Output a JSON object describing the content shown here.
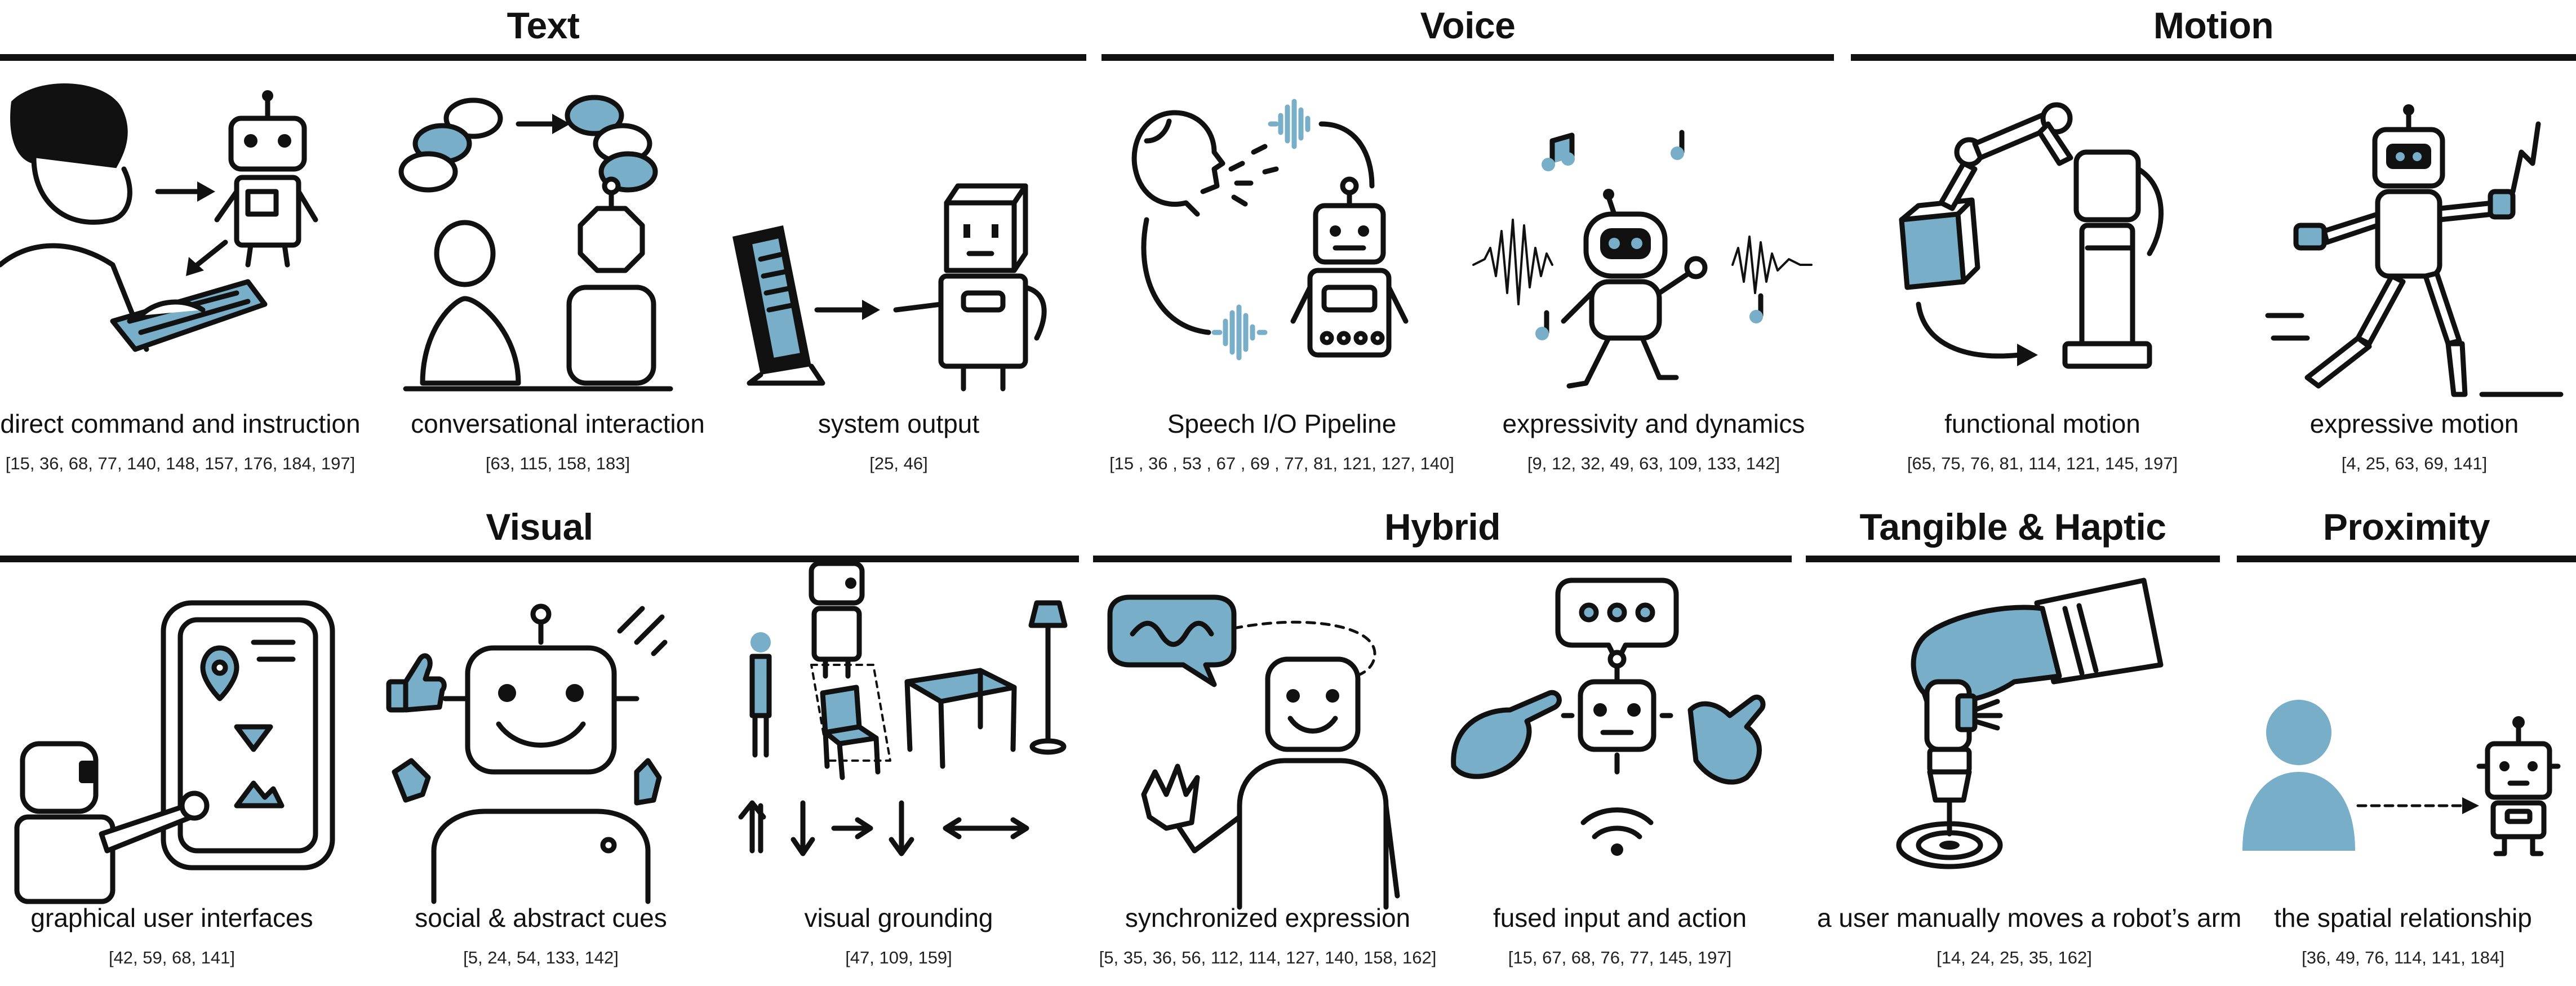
{
  "accent_color": "#78aec8",
  "sections": {
    "text": {
      "title": "Text",
      "items": [
        {
          "caption": "direct command and instruction",
          "refs": "[15, 36, 68, 77, 140, 148, 157, 176, 184, 197]"
        },
        {
          "caption": "conversational interaction",
          "refs": "[63, 115, 158, 183]"
        },
        {
          "caption": "system output",
          "refs": "[25, 46]"
        }
      ]
    },
    "voice": {
      "title": "Voice",
      "items": [
        {
          "caption": "Speech I/O Pipeline",
          "refs": "[15 , 36 , 53 , 67 , 69 , 77, 81, 121, 127, 140]"
        },
        {
          "caption": "expressivity and dynamics",
          "refs": "[9, 12, 32, 49, 63, 109, 133, 142]"
        }
      ]
    },
    "motion": {
      "title": "Motion",
      "items": [
        {
          "caption": "functional motion",
          "refs": "[65, 75, 76, 81, 114, 121, 145, 197]"
        },
        {
          "caption": "expressive motion",
          "refs": "[4, 25, 63, 69, 141]"
        }
      ]
    },
    "visual": {
      "title": "Visual",
      "items": [
        {
          "caption": "graphical user interfaces",
          "refs": "[42, 59, 68, 141]"
        },
        {
          "caption": "social & abstract cues",
          "refs": "[5, 24, 54, 133, 142]"
        },
        {
          "caption": "visual grounding",
          "refs": "[47, 109, 159]"
        }
      ]
    },
    "hybrid": {
      "title": "Hybrid",
      "items": [
        {
          "caption": "synchronized expression",
          "refs": "[5, 35, 36, 56, 112, 114, 127, 140, 158, 162]"
        },
        {
          "caption": "fused input and action",
          "refs": "[15, 67, 68, 76, 77, 145, 197]"
        }
      ]
    },
    "tangible": {
      "title": "Tangible & Haptic",
      "items": [
        {
          "caption": "a user manually moves a robot’s arm",
          "refs": "[14, 24, 25, 35, 162]"
        }
      ]
    },
    "proximity": {
      "title": "Proximity",
      "items": [
        {
          "caption": "the spatial relationship",
          "refs": "[36, 49, 76, 114, 141, 184]"
        }
      ]
    }
  }
}
